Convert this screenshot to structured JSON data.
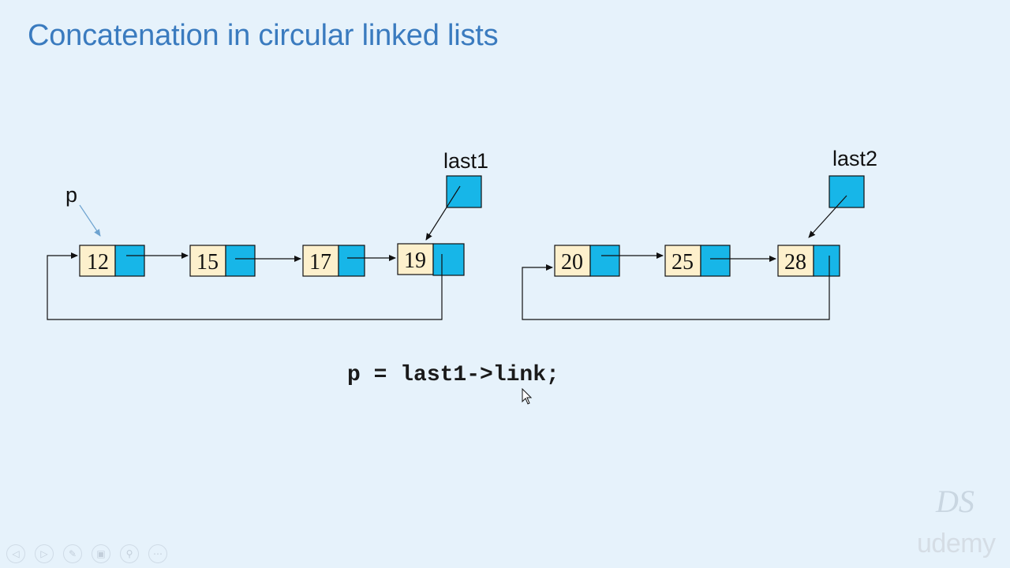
{
  "slide": {
    "title": "Concatenation in circular linked lists",
    "code": "p = last1->link;",
    "pointers": {
      "p": "p",
      "last1": "last1",
      "last2": "last2"
    },
    "list1": [
      "12",
      "15",
      "17",
      "19"
    ],
    "list2": [
      "20",
      "25",
      "28"
    ]
  },
  "watermark": {
    "monogram": "DS",
    "brand": "udemy"
  },
  "toolbar": {
    "icons": [
      "prev-icon",
      "next-icon",
      "pen-icon",
      "slides-icon",
      "zoom-icon",
      "more-icon"
    ],
    "glyphs": [
      "◁",
      "▷",
      "✎",
      "▣",
      "⚲",
      "⋯"
    ]
  },
  "colors": {
    "background": "#e6f2fb",
    "title": "#3a7bbf",
    "data_cell": "#fdf0cc",
    "link_cell": "#17b6e8"
  }
}
